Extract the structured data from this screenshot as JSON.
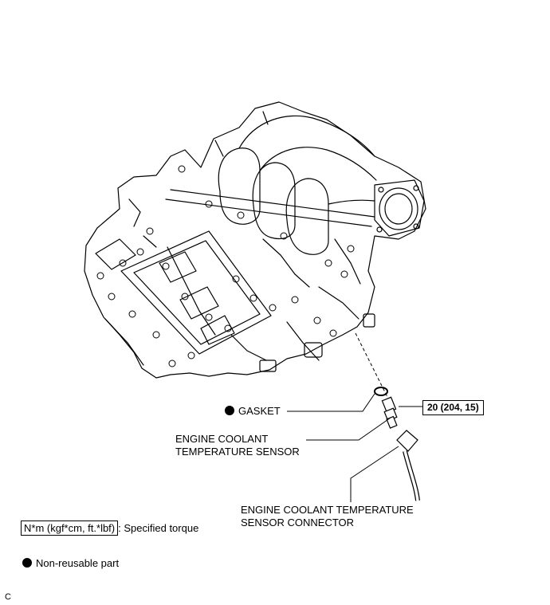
{
  "callouts": {
    "gasket": "GASKET",
    "sensor_line1": "ENGINE COOLANT",
    "sensor_line2": "TEMPERATURE SENSOR",
    "connector_line1": "ENGINE COOLANT TEMPERATURE",
    "connector_line2": "SENSOR CONNECTOR",
    "torque": "20 (204, 15)"
  },
  "legend": {
    "torque_units": "N*m (kgf*cm, ft.*lbf)",
    "torque_desc": ": Specified torque",
    "nonreusable": "Non-reusable part"
  },
  "corner_code": "C"
}
